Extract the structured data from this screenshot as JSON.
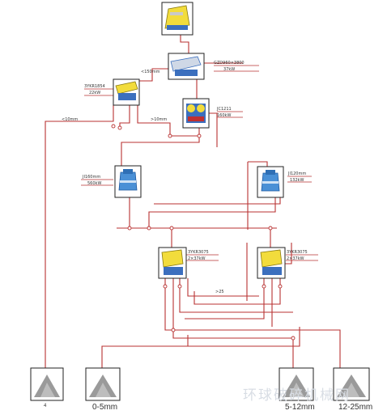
{
  "colors": {
    "flow_line": "#b83232",
    "box_border": "#222222",
    "machine_yellow": "#f2dc3c",
    "machine_blue": "#3b6fbe",
    "crusher_blue": "#4a90d6",
    "pile_gray": "#9a9a9a",
    "watermark": "#d8dde4"
  },
  "equipment": {
    "feeder": {
      "icon": "vibrating-feeder-icon"
    },
    "scalper": {
      "icon": "vibrating-screen-icon",
      "model": "GZD960×3800",
      "power": "37kW"
    },
    "pre_screen": {
      "icon": "vibrating-screen-icon",
      "model": "3YKR1854",
      "power": "22kW"
    },
    "jaw_crusher": {
      "icon": "jaw-crusher-icon",
      "model": "JC1211",
      "power": "160kW"
    },
    "cone_crusher_left": {
      "icon": "cone-crusher-icon",
      "model": "JI160mm",
      "power": "560kW"
    },
    "cone_crusher_right": {
      "icon": "cone-crusher-icon",
      "model": "JI120mm",
      "power": "132kW"
    },
    "screen_left": {
      "icon": "vibrating-screen-icon",
      "model": "3YKR3075",
      "power": "2×37kW"
    },
    "screen_right": {
      "icon": "vibrating-screen-icon",
      "model": "3YKR3075",
      "power": "2×37kW"
    }
  },
  "flow_labels": {
    "lt150": "<150mm",
    "lt10": "<10mm",
    "gt10": ">10mm",
    "gt25": ">25"
  },
  "products": [
    {
      "icon": "gravel-pile-icon",
      "label": "4"
    },
    {
      "icon": "gravel-pile-icon",
      "label": "0-5mm"
    },
    {
      "icon": "gravel-pile-icon",
      "label": "5-12mm"
    },
    {
      "icon": "gravel-pile-icon",
      "label": "12-25mm"
    }
  ],
  "watermark": "环球破碎机械网"
}
